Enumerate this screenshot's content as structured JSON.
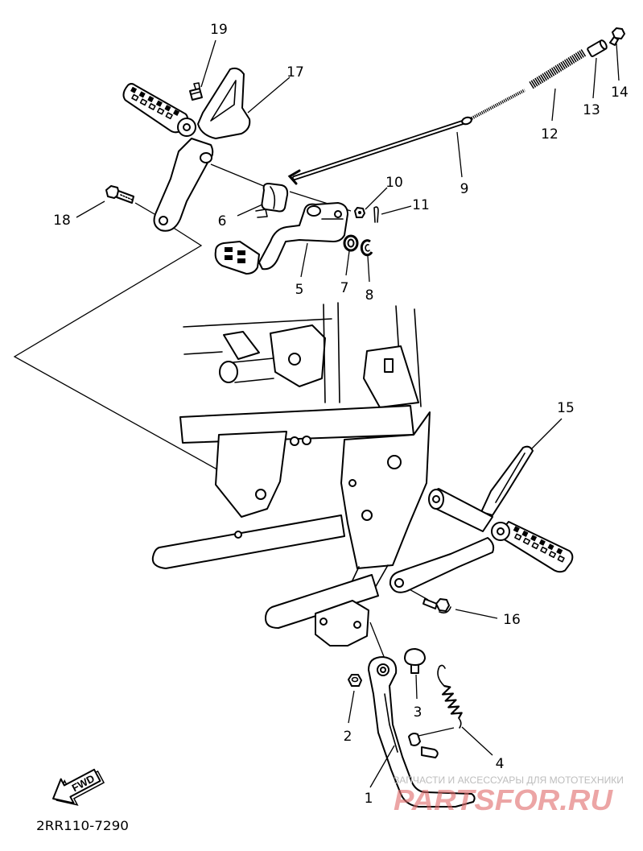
{
  "callouts": [
    "1",
    "2",
    "3",
    "4",
    "5",
    "6",
    "7",
    "8",
    "9",
    "10",
    "11",
    "12",
    "13",
    "14",
    "15",
    "16",
    "17",
    "18",
    "19"
  ],
  "fwd_label": "FWD",
  "diagram_code": "2RR110-7290",
  "watermark": {
    "tagline": "ЗАПЧАСТИ И АКСЕССУАРЫ ДЛЯ МОТОТЕХНИКИ",
    "logo_text": "PARTSFOR.RU"
  },
  "colors": {
    "line": "#000000",
    "background": "#ffffff",
    "watermark_text": "#bdbdbd",
    "watermark_logo": "#e06b6b"
  }
}
